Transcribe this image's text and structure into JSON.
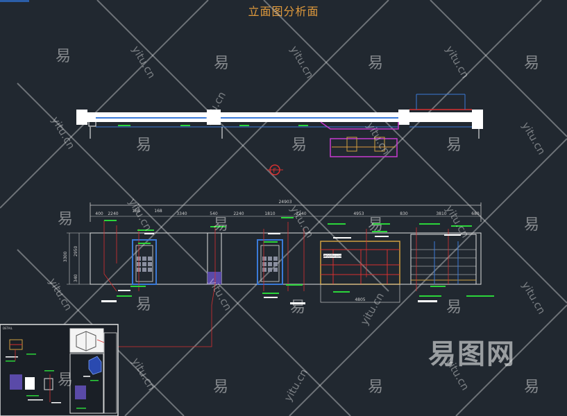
{
  "title": "立面图分析面",
  "overall_dimension": "24903",
  "dimension_segments": [
    "400",
    "2240",
    "168",
    "168",
    "3340",
    "540",
    "2240",
    "1810",
    "2240",
    "4953",
    "830",
    "3810",
    "680"
  ],
  "side_dimensions": [
    "3300",
    "2950",
    "340"
  ],
  "bottom_dimension": "4805",
  "marker_label": "F",
  "sign_text": "SMOOTH LUXE",
  "watermark_char": "易",
  "watermark_text": "yitu.cn",
  "watermark_logo": "易图网",
  "inset_label": "DETAIL"
}
